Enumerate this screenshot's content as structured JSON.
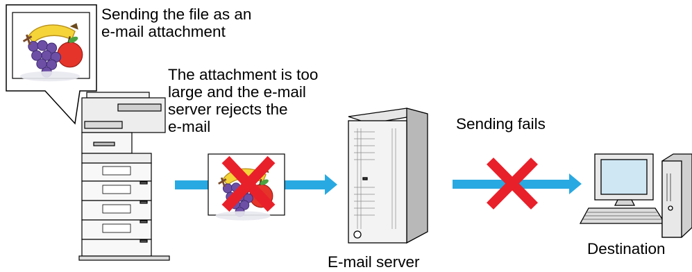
{
  "labels": {
    "sending_file": [
      "Sending the file as an",
      "e-mail attachment"
    ],
    "attachment_rejected": [
      "The attachment is too",
      "large and the e-mail",
      "server rejects the",
      "e-mail"
    ],
    "sending_fails": "Sending fails",
    "email_server": "E-mail server",
    "destination": "Destination"
  },
  "colors": {
    "arrow": "#29a9e1",
    "cross": "#e8202a",
    "outline": "#000000"
  },
  "icons": [
    "mfp-printer-icon",
    "fruit-image-icon",
    "server-tower-icon",
    "desktop-computer-icon",
    "red-x-icon",
    "arrow-icon"
  ]
}
